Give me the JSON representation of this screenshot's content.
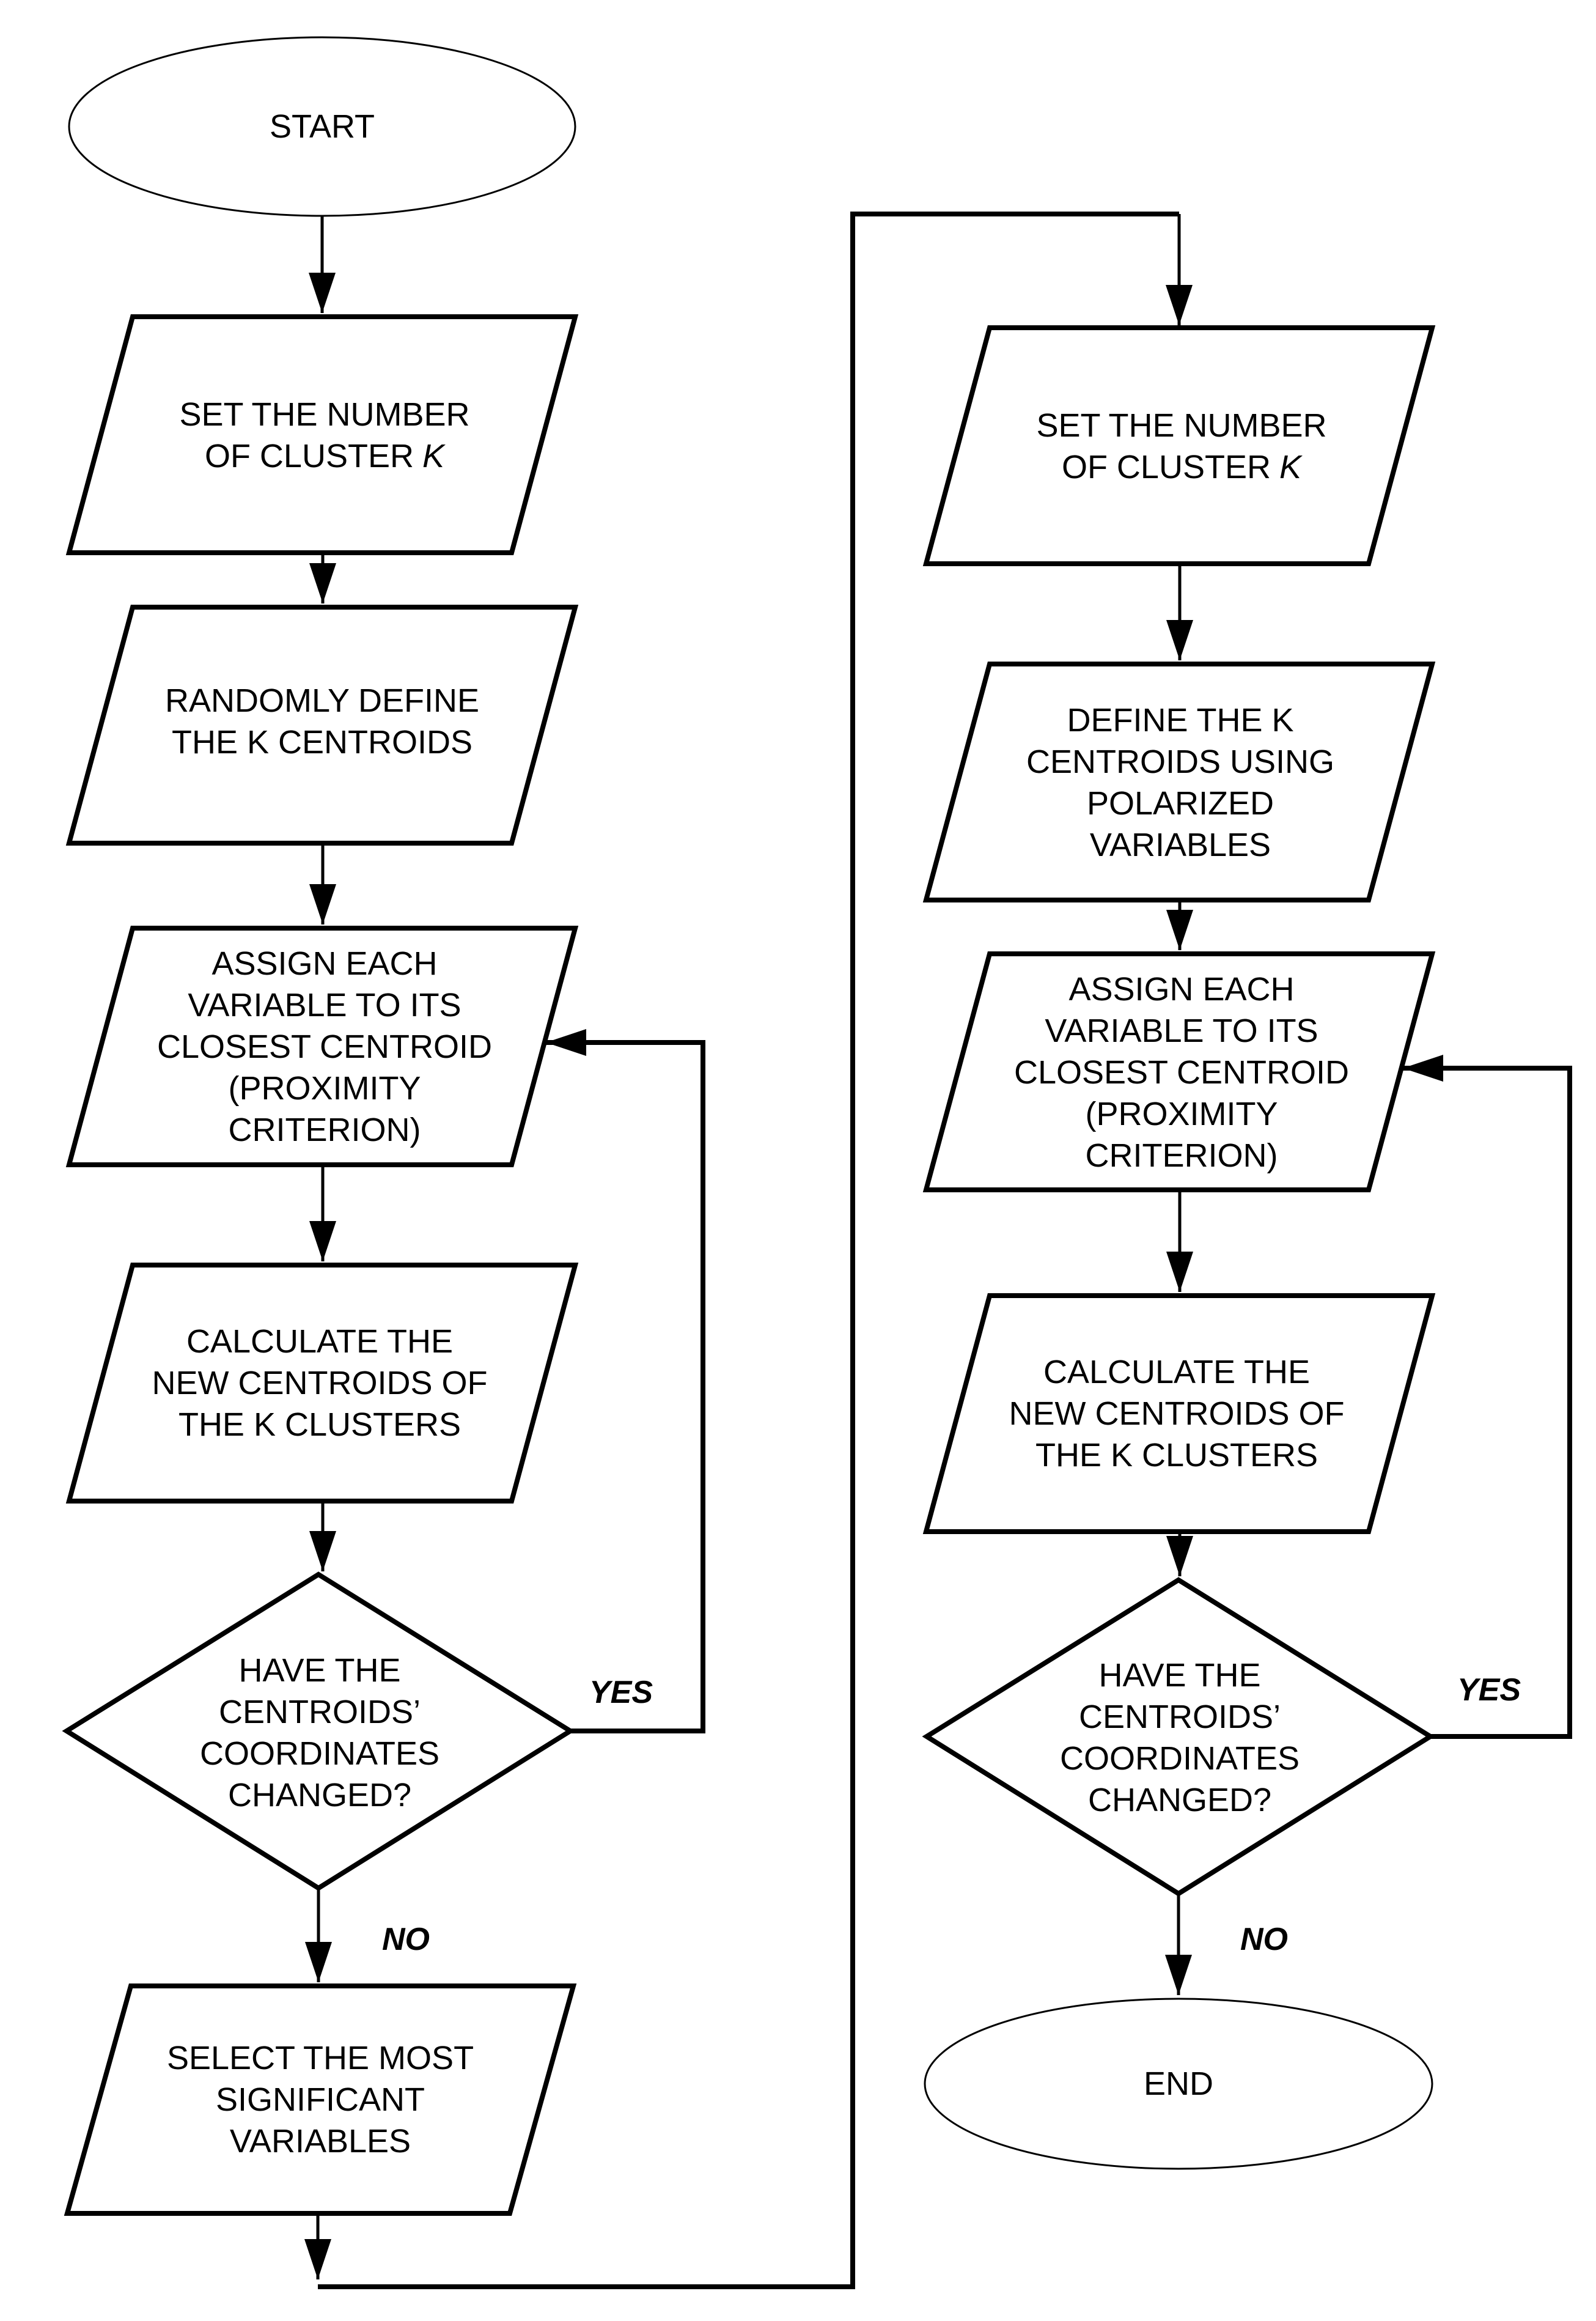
{
  "meta": {
    "diagram_type": "flowchart",
    "background_color": "#ffffff",
    "stroke_color": "#000000"
  },
  "nodes": {
    "start": {
      "shape": "ellipse",
      "label": "START"
    },
    "left_set_number": {
      "shape": "parallelogram",
      "lines": [
        "SET THE NUMBER",
        "OF CLUSTER"
      ],
      "italic_k": "K"
    },
    "left_random_define": {
      "shape": "parallelogram",
      "lines": [
        "RANDOMLY DEFINE",
        "THE K CENTROIDS"
      ]
    },
    "left_assign": {
      "shape": "parallelogram",
      "lines": [
        "ASSIGN EACH",
        "VARIABLE TO ITS",
        "CLOSEST CENTROID",
        "(PROXIMITY",
        "CRITERION)"
      ]
    },
    "left_calculate": {
      "shape": "parallelogram",
      "lines": [
        "CALCULATE THE",
        "NEW CENTROIDS OF",
        "THE K CLUSTERS"
      ]
    },
    "left_decision": {
      "shape": "diamond",
      "lines": [
        "HAVE THE",
        "CENTROIDS’",
        "COORDINATES",
        "CHANGED?"
      ]
    },
    "left_select": {
      "shape": "parallelogram",
      "lines": [
        "SELECT THE MOST",
        "SIGNIFICANT",
        "VARIABLES"
      ]
    },
    "right_set_number": {
      "shape": "parallelogram",
      "lines": [
        "SET THE NUMBER",
        "OF CLUSTER"
      ],
      "italic_k": "K"
    },
    "right_define": {
      "shape": "parallelogram",
      "lines": [
        "DEFINE THE K",
        "CENTROIDS USING",
        "POLARIZED",
        "VARIABLES"
      ]
    },
    "right_assign": {
      "shape": "parallelogram",
      "lines": [
        "ASSIGN EACH",
        "VARIABLE TO ITS",
        "CLOSEST CENTROID",
        "(PROXIMITY",
        "CRITERION)"
      ]
    },
    "right_calculate": {
      "shape": "parallelogram",
      "lines": [
        "CALCULATE THE",
        "NEW CENTROIDS OF",
        "THE K CLUSTERS"
      ]
    },
    "right_decision": {
      "shape": "diamond",
      "lines": [
        "HAVE THE",
        "CENTROIDS’",
        "COORDINATES",
        "CHANGED?"
      ]
    },
    "end": {
      "shape": "ellipse",
      "label": "END"
    }
  },
  "edge_labels": {
    "left_yes": "YES",
    "left_no": "NO",
    "right_yes": "YES",
    "right_no": "NO"
  },
  "edges": [
    {
      "from": "start",
      "to": "left_set_number",
      "label": ""
    },
    {
      "from": "left_set_number",
      "to": "left_random_define",
      "label": ""
    },
    {
      "from": "left_random_define",
      "to": "left_assign",
      "label": ""
    },
    {
      "from": "left_assign",
      "to": "left_calculate",
      "label": ""
    },
    {
      "from": "left_calculate",
      "to": "left_decision",
      "label": ""
    },
    {
      "from": "left_decision",
      "to": "left_assign",
      "label": "YES"
    },
    {
      "from": "left_decision",
      "to": "left_select",
      "label": "NO"
    },
    {
      "from": "left_select",
      "to": "right_set_number",
      "label": ""
    },
    {
      "from": "right_set_number",
      "to": "right_define",
      "label": ""
    },
    {
      "from": "right_define",
      "to": "right_assign",
      "label": ""
    },
    {
      "from": "right_assign",
      "to": "right_calculate",
      "label": ""
    },
    {
      "from": "right_calculate",
      "to": "right_decision",
      "label": ""
    },
    {
      "from": "right_decision",
      "to": "right_assign",
      "label": "YES"
    },
    {
      "from": "right_decision",
      "to": "end",
      "label": "NO"
    }
  ]
}
